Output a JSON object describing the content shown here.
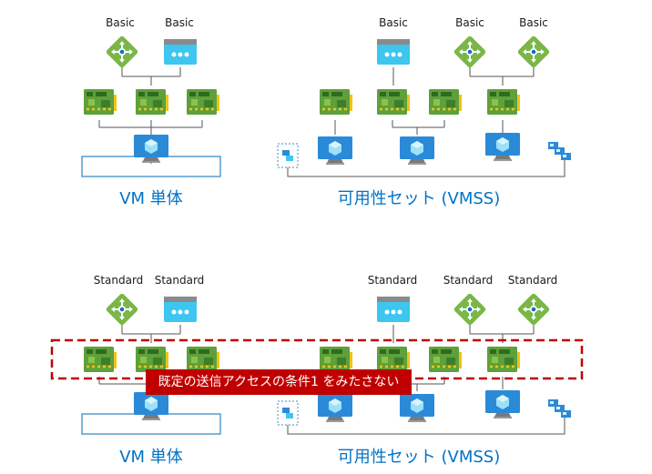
{
  "top": {
    "labels": [
      "Basic",
      "Basic",
      "Basic",
      "Basic",
      "Basic"
    ],
    "caption_left": "VM 単体",
    "caption_right": "可用性セット (VMSS)"
  },
  "bottom": {
    "labels": [
      "Standard",
      "Standard",
      "Standard",
      "Standard",
      "Standard"
    ],
    "caption_left": "VM 単体",
    "caption_right": "可用性セット (VMSS)",
    "banner": "既定の送信アクセスの条件1 をみたさない"
  },
  "colors": {
    "accent_blue": "#0072c6",
    "warning_red": "#c00000",
    "lb_green": "#7ab648",
    "nic_green": "#5ea03b",
    "ip_cyan": "#3cc6f0",
    "vm_blue": "#2b8ad8"
  },
  "icons": [
    "load-balancer-icon",
    "public-ip-icon",
    "network-interface-icon",
    "virtual-machine-icon",
    "availability-set-icon"
  ]
}
